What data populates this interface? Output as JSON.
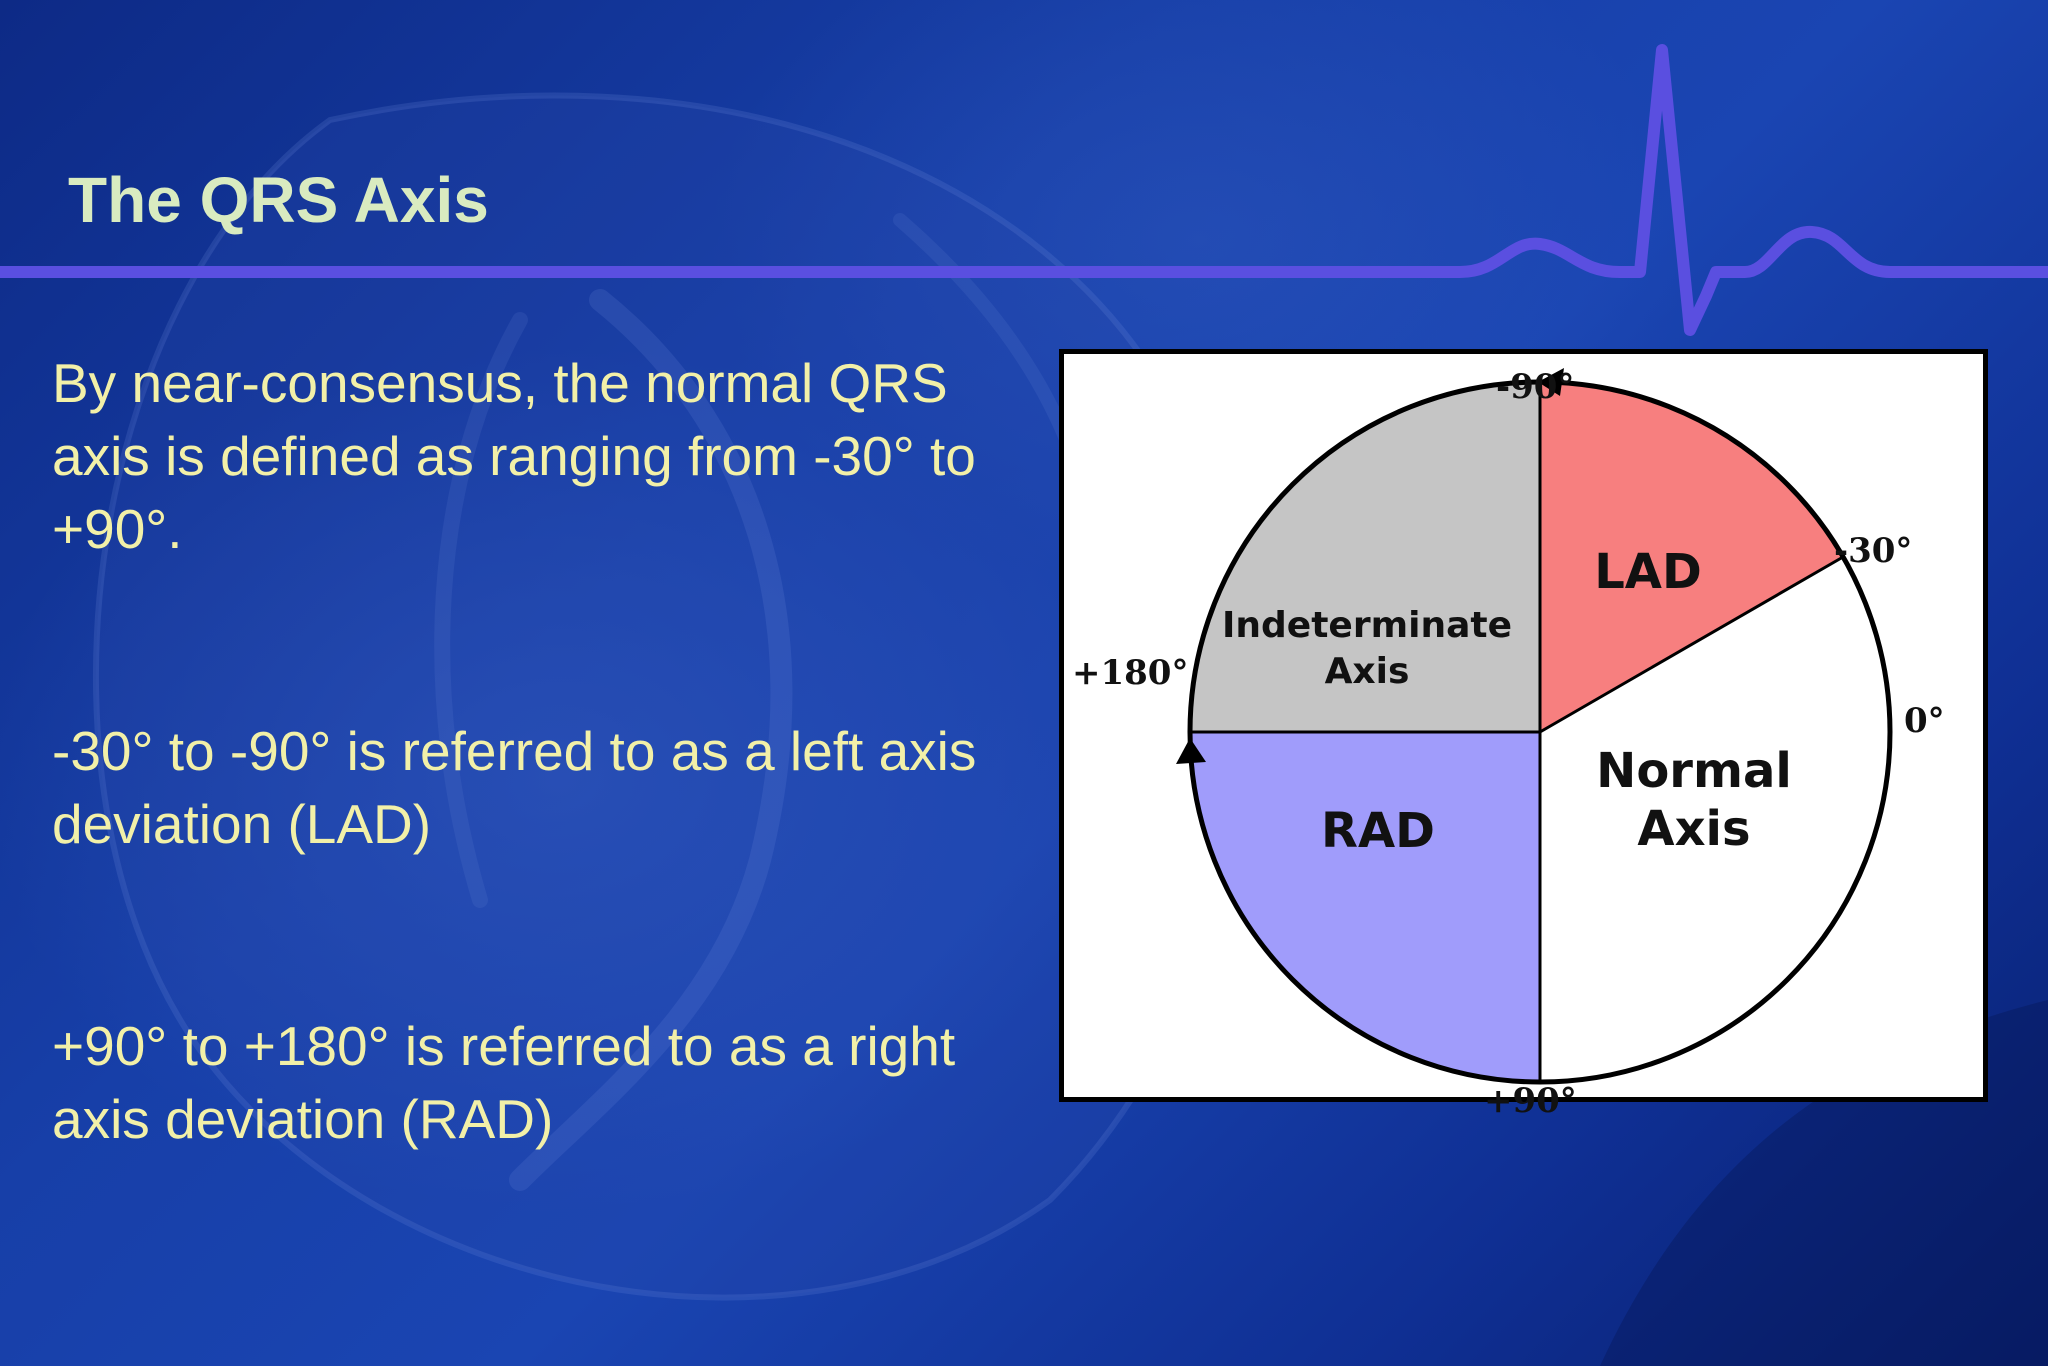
{
  "slide": {
    "title": "The QRS Axis",
    "paragraph_1": "By near-consensus, the normal QRS axis is defined as ranging from -30° to +90°.",
    "paragraph_2": "-30° to -90° is referred to as a left axis deviation (LAD)",
    "paragraph_3": "+90° to +180° is referred to as a right axis deviation (RAD)"
  },
  "colors": {
    "title": "#d9ebc0",
    "body_text": "#f2f0a8",
    "ecg_line": "#5a4fe0",
    "lad_fill": "#f77f7f",
    "rad_fill": "#a09cfb",
    "indeterminate_fill": "#c5c5c5",
    "normal_fill": "#ffffff"
  },
  "diagram": {
    "angle_labels": {
      "top": "-90°",
      "upper_right": "-30°",
      "right": "0°",
      "left": "+180°",
      "bottom": "+90°"
    },
    "zones": {
      "lad": "LAD",
      "rad": "RAD",
      "indeterminate_line1": "Indeterminate",
      "indeterminate_line2": "Axis",
      "normal_line1": "Normal",
      "normal_line2": "Axis"
    }
  }
}
